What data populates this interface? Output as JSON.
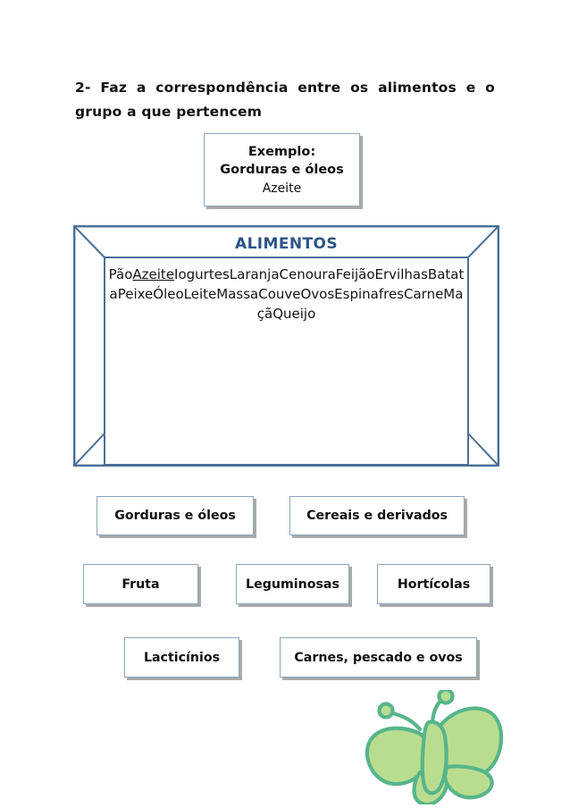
{
  "worksheet": {
    "question": {
      "line1": "2- Faz a correspondência entre os alimentos e o",
      "line2": "grupo a que pertencem"
    },
    "example_box": {
      "title": "Exemplo:",
      "group": "Gorduras e óleos",
      "item": "Azeite"
    },
    "alimentos_frame": {
      "title": "ALIMENTOS",
      "foods_underlined": "Azeite",
      "foods_before": "Pão",
      "foods_after": "IogurtesLaranjaCenouraFeijãoErvilhasBatataPeixeÓleoLeiteMassaCouveOvosEspinafresCarneMaçãQueijo",
      "foods_full": "PãoAzeiteIogurtesLaranjaCenouraFeijãoErvilhasBatataPeixeÓleoLeiteMassaCouveOvosEspinafresCarneMaçãQueijo",
      "foods_list": [
        "Pão",
        "Azeite",
        "Iogurtes",
        "Laranja",
        "Cenoura",
        "Feijão",
        "Ervilhas",
        "Batata",
        "Peixe",
        "Óleo",
        "Leite",
        "Massa",
        "Couve",
        "Ovos",
        "Espinafres",
        "Carne",
        "Maçã",
        "Queijo"
      ]
    },
    "groups": [
      {
        "label": "Gorduras e óleos"
      },
      {
        "label": "Cereais e derivados"
      },
      {
        "label": "Fruta"
      },
      {
        "label": "Leguminosas"
      },
      {
        "label": "Hortícolas"
      },
      {
        "label": "Lacticínios"
      },
      {
        "label": "Carnes, pescado e ovos"
      }
    ],
    "decoration": {
      "name": "butterfly-illustration"
    },
    "colors": {
      "frame_border": "#4a6f96",
      "title_blue": "#2c5484",
      "box_border": "#8ba5bf",
      "box_shadow": "#a9a9a9",
      "butterfly_fill": "#b9dd8f",
      "butterfly_stroke": "#57b58a",
      "page_background": "#ffffff",
      "text": "#111111"
    }
  }
}
